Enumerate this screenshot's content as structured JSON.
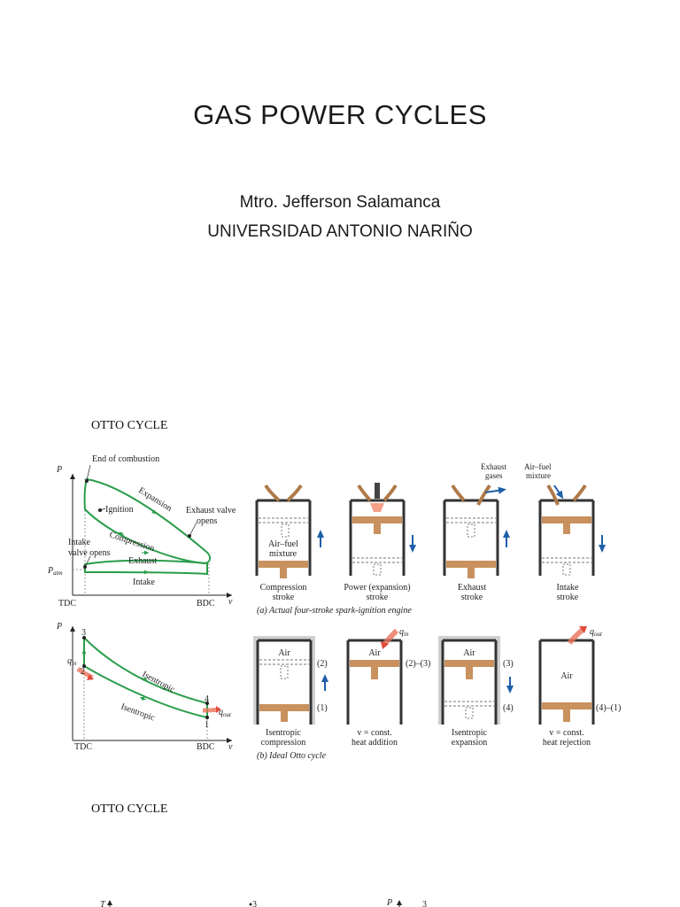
{
  "title": "GAS POWER CYCLES",
  "author": "Mtro. Jefferson Salamanca",
  "university": "UNIVERSIDAD ANTONIO NARIÑO",
  "section1": "OTTO CYCLE",
  "section2": "OTTO CYCLE",
  "pv_actual": {
    "axis_p": "P",
    "axis_v": "v",
    "patm": "P",
    "patm_sub": "atm",
    "tdc": "TDC",
    "bdc": "BDC",
    "labels": {
      "end_combustion": "End of combustion",
      "ignition": "Ignition",
      "expansion": "Expansion",
      "exhaust_valve_1": "Exhaust valve",
      "exhaust_valve_2": "opens",
      "compression": "Compression",
      "intake_valve_1": "Intake",
      "intake_valve_2": "valve opens",
      "exhaust": "Exhaust",
      "intake": "Intake"
    }
  },
  "pv_ideal": {
    "axis_p": "P",
    "axis_v": "v",
    "tdc": "TDC",
    "bdc": "BDC",
    "p1": "1",
    "p2": "2",
    "p3": "3",
    "p4": "4",
    "qin": "q",
    "qin_sub": "in",
    "qout": "q",
    "qout_sub": "out",
    "isen_top": "Isentropic",
    "isen_bottom": "Isentropic"
  },
  "engine_actual": {
    "mixture_1": "Air–fuel",
    "mixture_2": "mixture",
    "exhaust_gases_1": "Exhaust",
    "exhaust_gases_2": "gases",
    "airfuel_top_1": "Air–fuel",
    "airfuel_top_2": "mixture",
    "strokes": [
      {
        "line1": "Compression",
        "line2": "stroke"
      },
      {
        "line1": "Power (expansion)",
        "line2": "stroke"
      },
      {
        "line1": "Exhaust",
        "line2": "stroke"
      },
      {
        "line1": "Intake",
        "line2": "stroke"
      }
    ],
    "caption": "(a) Actual four-stroke spark-ignition engine"
  },
  "engine_ideal": {
    "air": "Air",
    "qin": "q",
    "qin_sub": "in",
    "qout": "q",
    "qout_sub": "out",
    "state_labels": [
      "(2)",
      "(1)",
      "(2)–(3)",
      "(3)",
      "(4)",
      "(4)–(1)"
    ],
    "processes": [
      {
        "line1": "Isentropic",
        "line2": "compression"
      },
      {
        "line1": "v = const.",
        "line2": "heat addition"
      },
      {
        "line1": "Isentropic",
        "line2": "expansion"
      },
      {
        "line1": "v = const.",
        "line2": "heat rejection"
      }
    ],
    "caption": "(b) Ideal Otto cycle"
  },
  "bottom": {
    "ts_axis": "T",
    "ts_point": "3",
    "pv_axis": "P",
    "pv_point": "3"
  }
}
